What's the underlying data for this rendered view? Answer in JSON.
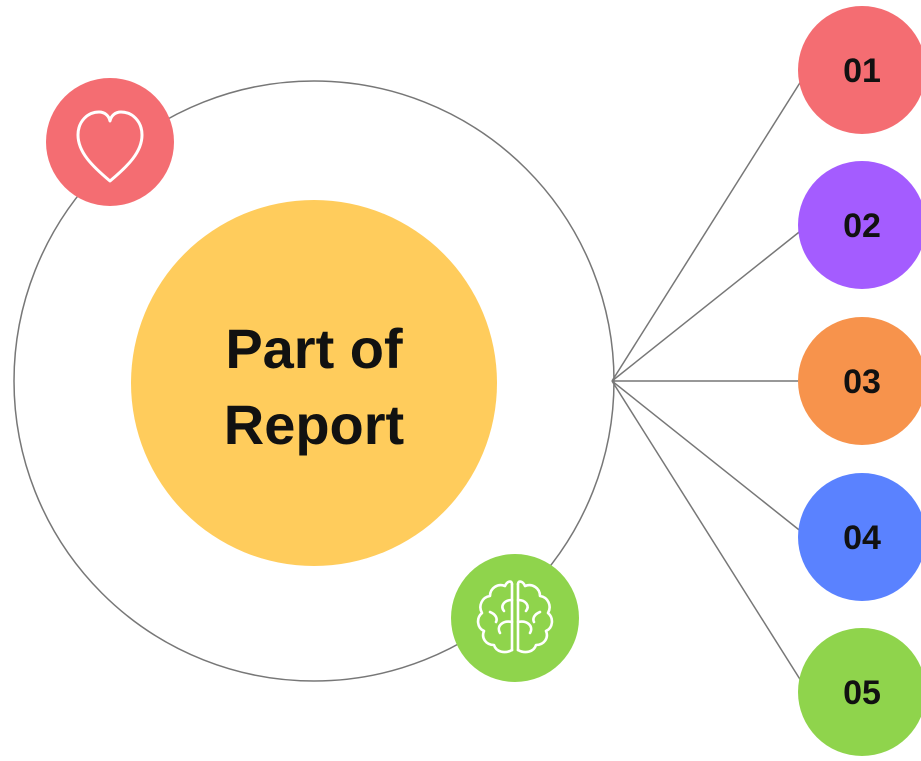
{
  "center": {
    "line1": "Part of",
    "line2": "Report",
    "color": "#FFCC5C"
  },
  "icons": {
    "heart": {
      "name": "heart-icon",
      "color": "#F46D72"
    },
    "brain": {
      "name": "brain-icon",
      "color": "#8FD44C"
    }
  },
  "steps": [
    {
      "label": "01",
      "color": "#F46D72"
    },
    {
      "label": "02",
      "color": "#A45CFF"
    },
    {
      "label": "03",
      "color": "#F7934C"
    },
    {
      "label": "04",
      "color": "#5A82FF"
    },
    {
      "label": "05",
      "color": "#8FD44C"
    }
  ],
  "colors": {
    "outline": "#777777",
    "icon_stroke": "#FFFFFF",
    "text": "#111111"
  }
}
